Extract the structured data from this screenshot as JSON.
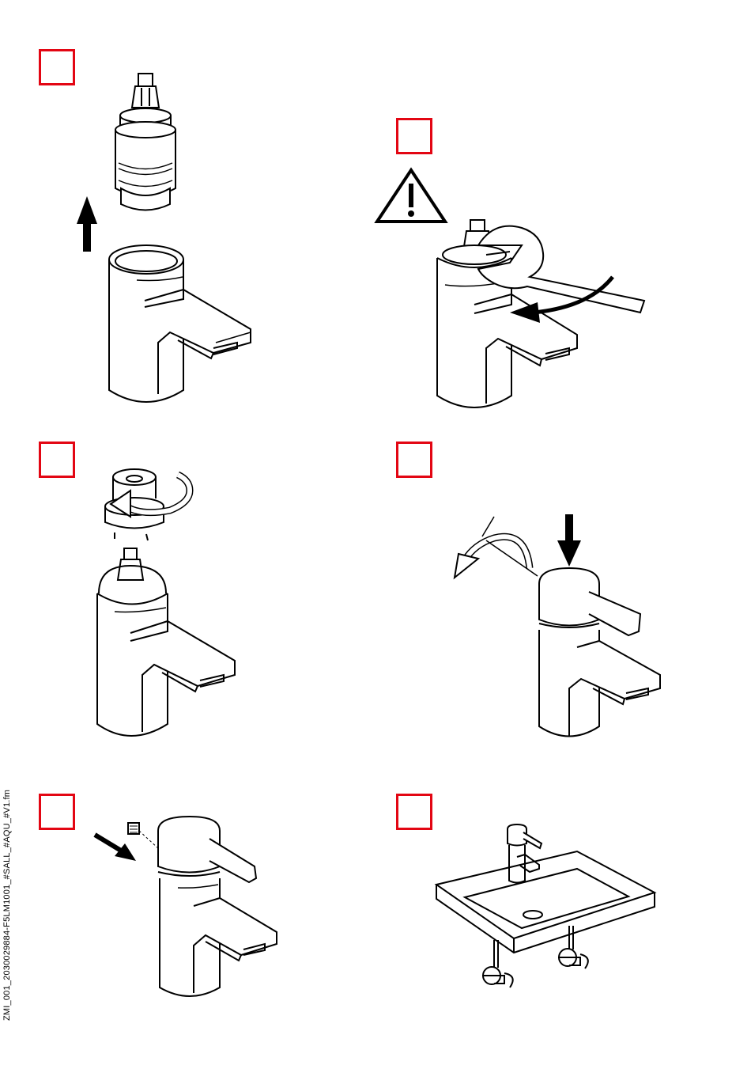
{
  "document": {
    "side_note": "ZMI_001_2030029884-F5LM1001_#SALL_#AQU_#V1.fm"
  },
  "steps": [
    {
      "id": 1,
      "illustration": "cartridge-lift-out",
      "icons": [
        "arrow-up-icon"
      ]
    },
    {
      "id": 2,
      "illustration": "wrench-on-cartridge-nut",
      "icons": [
        "warning-icon",
        "rotate-arrow-icon"
      ]
    },
    {
      "id": 3,
      "illustration": "screw-cap-rotate",
      "icons": [
        "rotate-arrow-icon"
      ]
    },
    {
      "id": 4,
      "illustration": "lever-handle-press-on",
      "icons": [
        "arrow-down-icon",
        "rotate-arrow-icon"
      ]
    },
    {
      "id": 5,
      "illustration": "set-screw-insert",
      "icons": [
        "arrow-diagonal-icon"
      ]
    },
    {
      "id": 6,
      "illustration": "basin-with-faucet-and-stop-valves",
      "icons": [
        "rotate-arrow-icon"
      ]
    }
  ],
  "colors": {
    "step_box_border": "#e30613",
    "line_art": "#000000"
  }
}
